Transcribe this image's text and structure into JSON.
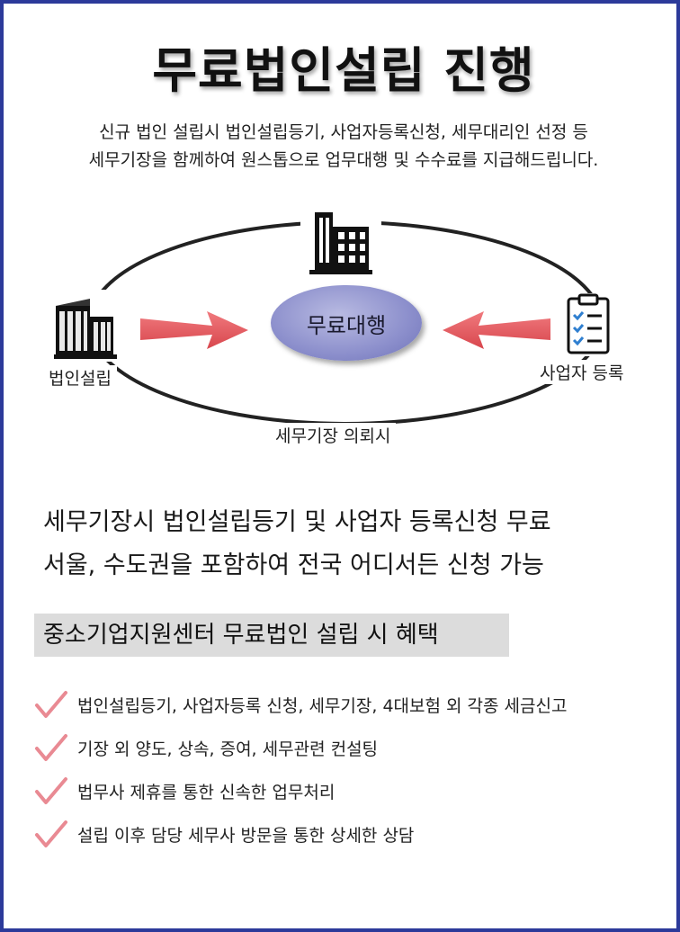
{
  "title": "무료법인설립 진행",
  "subtitle_lines": [
    "신규 법인 설립시 법인설립등기, 사업자등록신청, 세무대리인 선정 등",
    "세무기장을 함께하여 원스톱으로 업무대행 및 수수료를 지급해드립니다."
  ],
  "diagram": {
    "center": "무료대행",
    "left": "법인설립",
    "right": "사업자 등록",
    "bottom": "세무기장 의뢰시",
    "colors": {
      "arrow": "#e9585e",
      "ellipse": "#8c8fcc",
      "ring": "#222222"
    },
    "icons": [
      "building-icon",
      "office-building-icon",
      "clipboard-checklist-icon"
    ]
  },
  "highlights": [
    "세무기장시 법인설립등기 및 사업자 등록신청 무료",
    "서울, 수도권을 포함하여 전국 어디서든 신청 가능"
  ],
  "benefits": {
    "heading": "중소기업지원센터 무료법인 설립 시 혜택",
    "items": [
      "법인설립등기, 사업자등록 신청, 세무기장, 4대보험 외 각종 세금신고",
      "기장 외 양도, 상속, 증여, 세무관련 컨설팅",
      "법무사 제휴를 통한 신속한 업무처리",
      "설립 이후 담당 세무사 방문을 통한 상세한 상담"
    ],
    "check_color": "#e98a93"
  },
  "frame_color": "#2c3a9a"
}
